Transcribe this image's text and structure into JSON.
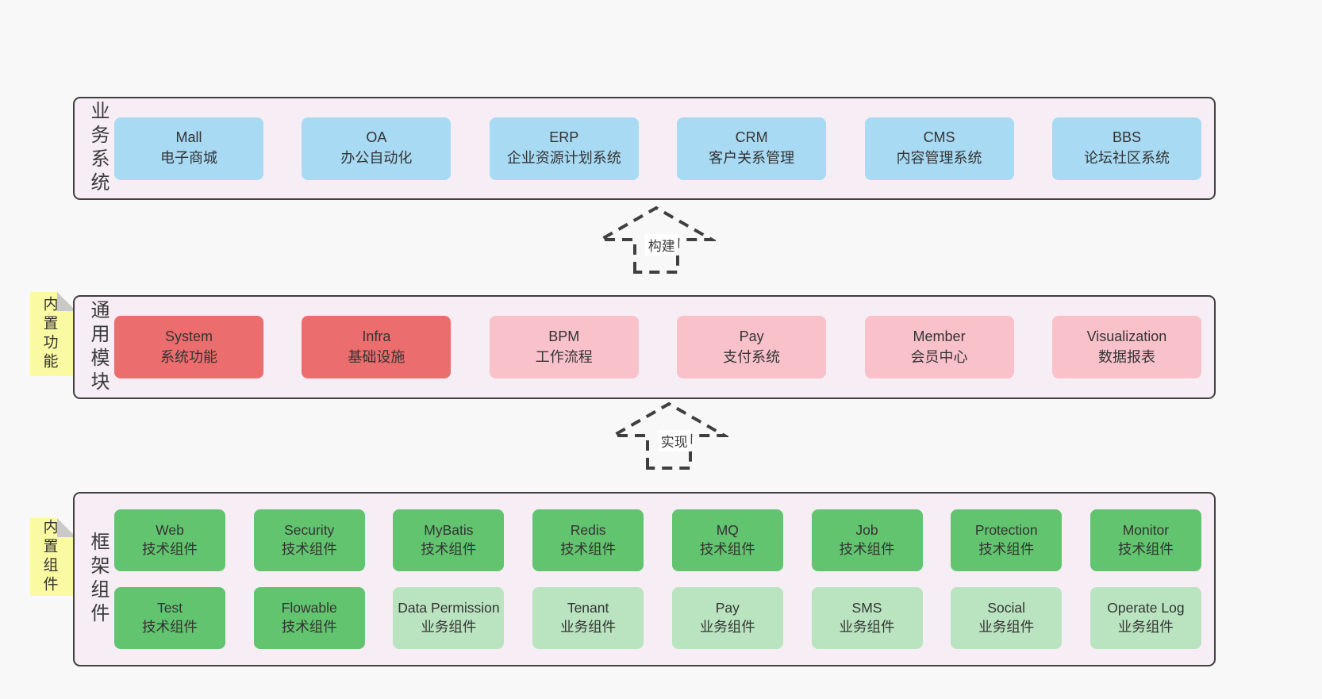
{
  "diagram": {
    "arrows": [
      {
        "label": "构建"
      },
      {
        "label": "实现"
      }
    ],
    "layers": [
      {
        "label": "业务系统",
        "boxes": [
          {
            "en": "Mall",
            "zh": "电子商城",
            "variant": "blue"
          },
          {
            "en": "OA",
            "zh": "办公自动化",
            "variant": "blue"
          },
          {
            "en": "ERP",
            "zh": "企业资源计划系统",
            "variant": "blue"
          },
          {
            "en": "CRM",
            "zh": "客户关系管理",
            "variant": "blue"
          },
          {
            "en": "CMS",
            "zh": "内容管理系统",
            "variant": "blue"
          },
          {
            "en": "BBS",
            "zh": "论坛社区系统",
            "variant": "blue"
          }
        ]
      },
      {
        "label": "通用模块",
        "note": "内置功能",
        "boxes": [
          {
            "en": "System",
            "zh": "系统功能",
            "variant": "red"
          },
          {
            "en": "Infra",
            "zh": "基础设施",
            "variant": "red"
          },
          {
            "en": "BPM",
            "zh": "工作流程",
            "variant": "pink"
          },
          {
            "en": "Pay",
            "zh": "支付系统",
            "variant": "pink"
          },
          {
            "en": "Member",
            "zh": "会员中心",
            "variant": "pink"
          },
          {
            "en": "Visualization",
            "zh": "数据报表",
            "variant": "pink"
          }
        ]
      },
      {
        "label": "框架组件",
        "note": "内置组件",
        "rows": [
          [
            {
              "en": "Web",
              "zh": "技术组件",
              "variant": "green"
            },
            {
              "en": "Security",
              "zh": "技术组件",
              "variant": "green"
            },
            {
              "en": "MyBatis",
              "zh": "技术组件",
              "variant": "green"
            },
            {
              "en": "Redis",
              "zh": "技术组件",
              "variant": "green"
            },
            {
              "en": "MQ",
              "zh": "技术组件",
              "variant": "green"
            },
            {
              "en": "Job",
              "zh": "技术组件",
              "variant": "green"
            },
            {
              "en": "Protection",
              "zh": "技术组件",
              "variant": "green"
            },
            {
              "en": "Monitor",
              "zh": "技术组件",
              "variant": "green"
            }
          ],
          [
            {
              "en": "Test",
              "zh": "技术组件",
              "variant": "green"
            },
            {
              "en": "Flowable",
              "zh": "技术组件",
              "variant": "green"
            },
            {
              "en": "Data Permission",
              "zh": "业务组件",
              "variant": "lightgreen"
            },
            {
              "en": "Tenant",
              "zh": "业务组件",
              "variant": "lightgreen"
            },
            {
              "en": "Pay",
              "zh": "业务组件",
              "variant": "lightgreen"
            },
            {
              "en": "SMS",
              "zh": "业务组件",
              "variant": "lightgreen"
            },
            {
              "en": "Social",
              "zh": "业务组件",
              "variant": "lightgreen"
            },
            {
              "en": "Operate Log",
              "zh": "业务组件",
              "variant": "lightgreen"
            }
          ]
        ]
      }
    ],
    "colors": {
      "page_bg": "#f8f8f8",
      "panel_bg": "#f6edf5",
      "panel_border": "#404040",
      "blue": "#a8daf4",
      "red": "#ec6d6d",
      "pink": "#f9c2cb",
      "green": "#62c46f",
      "lightgreen": "#bae4c0",
      "note_yellow": "#fafaa3",
      "note_fold": "#c9c9c9",
      "arrow_stroke": "#3f3f3f",
      "text": "#333333"
    }
  }
}
